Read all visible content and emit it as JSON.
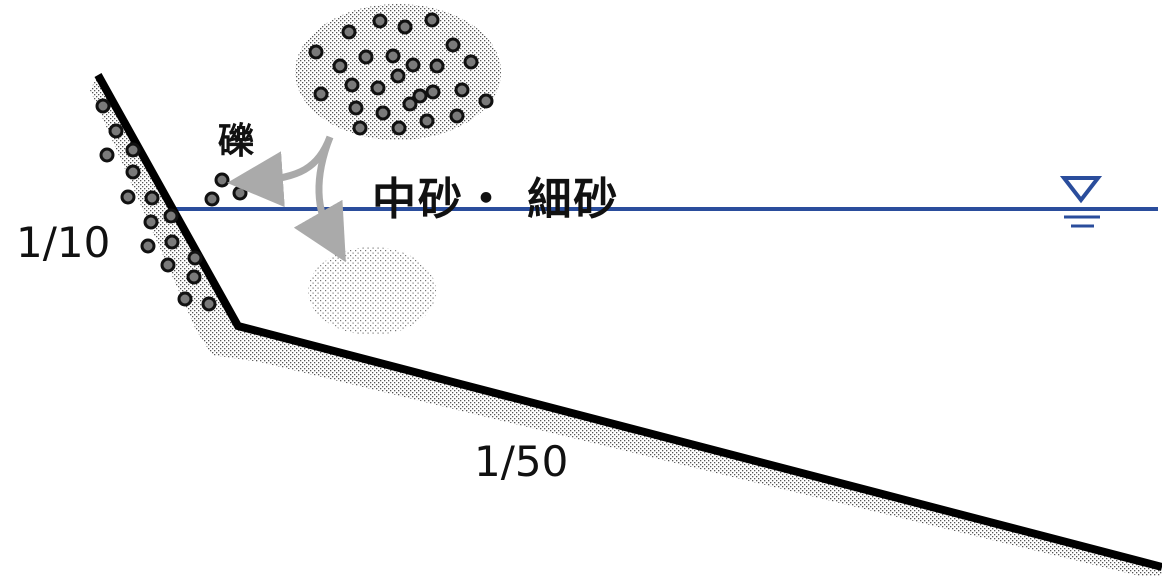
{
  "labels": {
    "gravel": "礫",
    "sand": "中砂・ 細砂",
    "slope_steep": "1/10",
    "slope_gentle": "1/50"
  },
  "icons": {
    "water_level": "water-level-triangle-icon"
  },
  "colors": {
    "water_line": "#2a4d9c",
    "bed_line": "#000000",
    "arrow": "#aaaaaa",
    "dot_fill": "#7a7a7a",
    "dot_stroke": "#111111",
    "stipple": "#555555"
  }
}
